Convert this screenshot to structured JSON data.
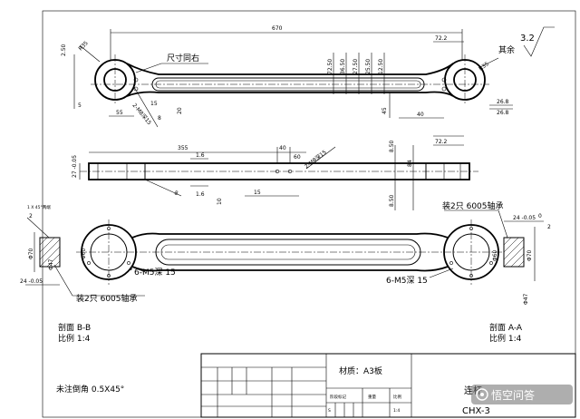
{
  "top_view": {
    "dims": {
      "d670": "670",
      "d722a": "72.2",
      "d722b": "72.2",
      "d250": "2.50",
      "d5": "5",
      "d55": "55",
      "d2550": "25.50",
      "d3650": "36.50",
      "d2750": "27.50",
      "d1250": "12.50",
      "d7250": "72.50",
      "d40": "40",
      "d268a": "26.8",
      "d268b": "26.8",
      "d20": "20",
      "d45": "45",
      "d15": "15",
      "d8": "8",
      "dR35a": "R35",
      "dR35b": "R35",
      "d2M8": "2-M8深15"
    },
    "note_same_size": "尺寸同右"
  },
  "surface_finish": {
    "value": "3.2",
    "label": "其余"
  },
  "side_view": {
    "dims": {
      "d355": "355",
      "d40": "40",
      "d60": "60",
      "d2M8b": "2-M8深15",
      "d84": "84",
      "d8": "8",
      "d16a": "1.6",
      "d16b": "1.6",
      "d10": "10",
      "d15": "15",
      "d850a": "8.50",
      "d850b": "8.50",
      "d27": "27 -0.05"
    }
  },
  "section_view": {
    "notes": {
      "chamfer_callout": "1 X 45°两端",
      "bearing_right": "装2只 6005轴承",
      "bearing_left": "装2只 6005轴承",
      "m5_left": "6-M5深 15",
      "m5_right": "6-M5深 15"
    },
    "dims": {
      "phi70l": "Φ70",
      "phi47l": "Φ47",
      "phi60l": "Φ60",
      "phi70r": "Φ70",
      "phi47r": "Φ47",
      "phi60r": "Φ60",
      "d24l": "24 -0.05",
      "d2l": "2",
      "d24r": "24 -0.05",
      "d2r": "2",
      "d0r": "0"
    }
  },
  "labels": {
    "section_bb": "剖面 B-B",
    "scale_bb": "比例 1:4",
    "section_aa": "剖面 A-A",
    "scale_aa": "比例 1:4",
    "chamfer_note": "未注倒角 0.5X45°"
  },
  "title_block": {
    "material": "材质：A3板",
    "stage_mark": "阶段标记",
    "weight": "重量",
    "scale": "比例",
    "scale_value": "1:4",
    "part_name": "连杆",
    "drawing_no": "CHX-3",
    "cell_s": "S"
  },
  "watermark": "悟空问答"
}
